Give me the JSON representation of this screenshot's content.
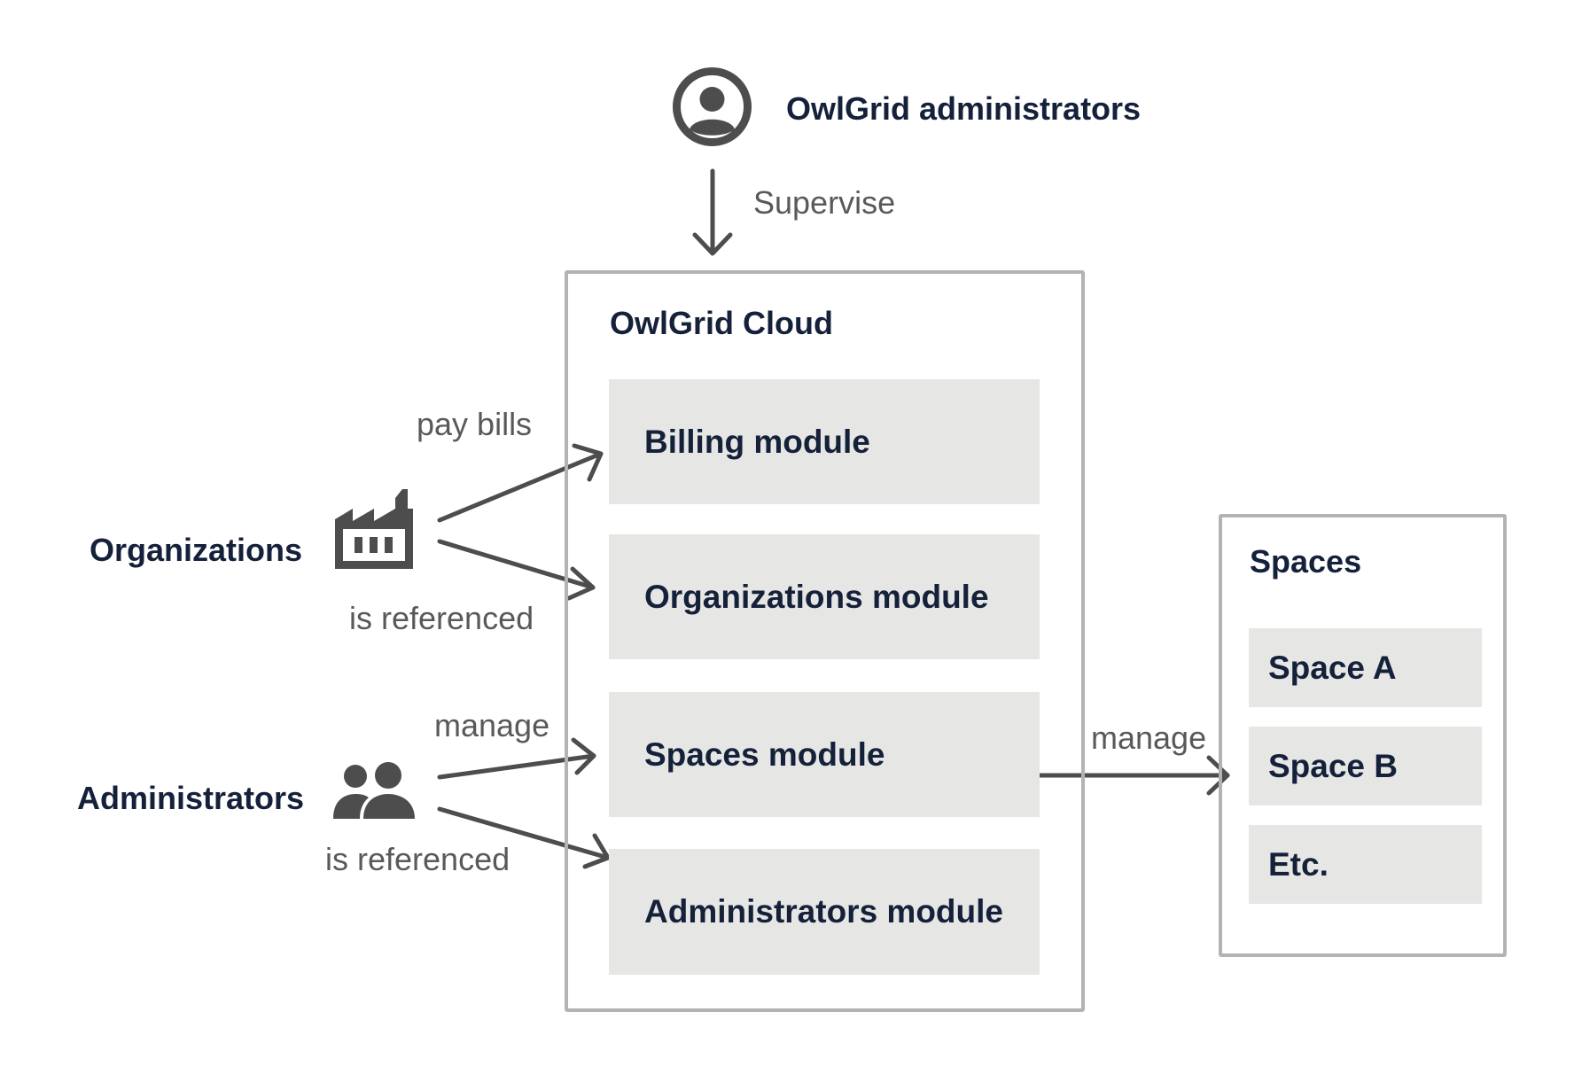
{
  "top_actor": {
    "label": "OwlGrid administrators",
    "icon": "user-circle-icon"
  },
  "supervise_label": "Supervise",
  "cloud": {
    "title": "OwlGrid Cloud",
    "modules": [
      {
        "label": "Billing module"
      },
      {
        "label": "Organizations module"
      },
      {
        "label": "Spaces module"
      },
      {
        "label": "Administrators module"
      }
    ]
  },
  "organizations": {
    "label": "Organizations",
    "icon": "factory-icon",
    "pay_bills_label": "pay bills",
    "is_referenced_label": "is referenced"
  },
  "administrators": {
    "label": "Administrators",
    "icon": "users-icon",
    "manage_label": "manage",
    "is_referenced_label": "is referenced"
  },
  "spaces_manage_label": "manage",
  "spaces": {
    "title": "Spaces",
    "items": [
      {
        "label": "Space A"
      },
      {
        "label": "Space B"
      },
      {
        "label": "Etc."
      }
    ]
  },
  "colors": {
    "dark_text": "#15213a",
    "gray_text": "#595959",
    "arrow": "#4d4d4d",
    "container_border": "#b3b3b3",
    "module_fill": "#e6e7e5",
    "icon": "#4d4d4d"
  }
}
